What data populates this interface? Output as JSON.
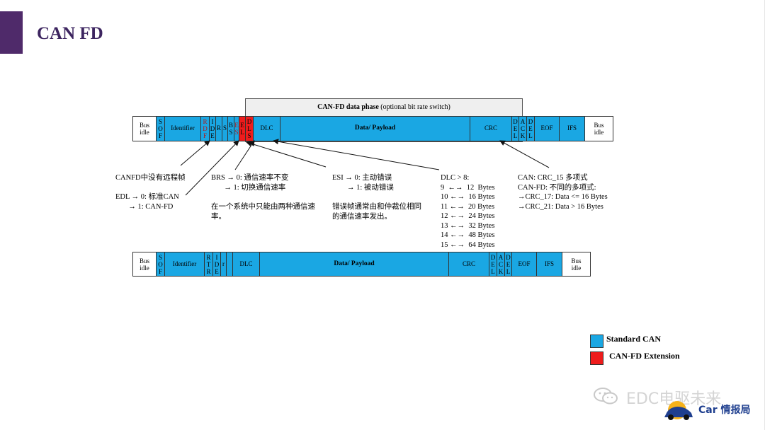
{
  "slide": {
    "title": "CAN FD"
  },
  "phase": {
    "label_bold": "CAN-FD data phase",
    "label_rest": " (optional bit rate switch)"
  },
  "frame_top": [
    {
      "text": "Bus\nidle",
      "w": 33,
      "c": "white"
    },
    {
      "text": "S\nO\nF",
      "w": 12,
      "c": "blue"
    },
    {
      "text": "Identifier",
      "w": 51,
      "c": "blue"
    },
    {
      "text": "R\nD\nF",
      "w": 12,
      "c": "blue",
      "red": true
    },
    {
      "text": "I\nD\nE",
      "w": 9,
      "c": "blue"
    },
    {
      "text": "R",
      "w": 9,
      "c": "blue"
    },
    {
      "text": "S",
      "w": 8,
      "c": "blue"
    },
    {
      "text": "B\nS",
      "w": 9,
      "c": "blue"
    },
    {
      "text": "E\nS",
      "w": 7,
      "c": "blue",
      "red": true
    },
    {
      "text": "E\nL",
      "w": 9,
      "c": "red"
    },
    {
      "text": "D\nL\nS",
      "w": 11,
      "c": "red"
    },
    {
      "text": "DLC",
      "w": 38,
      "c": "blue"
    },
    {
      "text": "Data/ Payload",
      "w": 268,
      "c": "blue",
      "bold": true
    },
    {
      "text": "CRC",
      "w": 59,
      "c": "blue"
    },
    {
      "text": "D\nE\nL",
      "w": 10,
      "c": "blue"
    },
    {
      "text": "A\nC\nK",
      "w": 11,
      "c": "blue"
    },
    {
      "text": "D\nE\nL",
      "w": 11,
      "c": "blue"
    },
    {
      "text": "EOF",
      "w": 35,
      "c": "blue"
    },
    {
      "text": "IFS",
      "w": 36,
      "c": "blue"
    },
    {
      "text": "Bus\nidle",
      "w": 39,
      "c": "white"
    }
  ],
  "frame_bottom": [
    {
      "text": "Bus\nidle",
      "w": 33,
      "c": "white"
    },
    {
      "text": "S\nO\nF",
      "w": 12,
      "c": "blue"
    },
    {
      "text": "Identifier",
      "w": 56,
      "c": "blue"
    },
    {
      "text": "R\nT\nR",
      "w": 12,
      "c": "blue"
    },
    {
      "text": "I\nD\nE",
      "w": 11,
      "c": "blue"
    },
    {
      "text": "r",
      "w": 8,
      "c": "blue"
    },
    {
      "text": "",
      "w": 9,
      "c": "blue"
    },
    {
      "text": "DLC",
      "w": 38,
      "c": "blue"
    },
    {
      "text": "Data/ Payload",
      "w": 267,
      "c": "blue",
      "bold": true
    },
    {
      "text": "CRC",
      "w": 57,
      "c": "blue"
    },
    {
      "text": "D\nE\nL",
      "w": 11,
      "c": "blue"
    },
    {
      "text": "A\nC\nK",
      "w": 11,
      "c": "blue"
    },
    {
      "text": "D\nE\nL",
      "w": 10,
      "c": "blue"
    },
    {
      "text": "EOF",
      "w": 35,
      "c": "blue"
    },
    {
      "text": "IFS",
      "w": 36,
      "c": "blue"
    },
    {
      "text": "Bus\nidle",
      "w": 39,
      "c": "white"
    }
  ],
  "annotations": {
    "canfd_remote": "CANFD中没有远程帧",
    "edl": [
      "EDL → 0: 标准CAN",
      "       → 1: CAN-FD"
    ],
    "brs": [
      "BRS → 0: 通信速率不变",
      "       → 1: 切换通信速率"
    ],
    "brs_note": [
      "在一个系统中只能由两种通信速",
      "率。"
    ],
    "esi": [
      "ESI → 0: 主动错误",
      "        → 1: 被动错误"
    ],
    "esi_note": [
      "错误帧通常由和仲裁位相同",
      "的通信速率发出。"
    ],
    "dlc": [
      "DLC > 8:",
      "9  ←→  12  Bytes",
      "10 ←→  16 Bytes",
      "11 ←→  20 Bytes",
      "12 ←→  24 Bytes",
      "13 ←→  32 Bytes",
      "14 ←→  48 Bytes",
      "15 ←→  64 Bytes"
    ],
    "crc": [
      "CAN: CRC_15 多项式",
      "",
      "CAN-FD: 不同的多项式:",
      "→CRC_17: Data <= 16 Bytes",
      "→CRC_21: Data > 16 Bytes"
    ]
  },
  "legend": [
    {
      "label": "Standard CAN",
      "color": "#1aa7e3"
    },
    {
      "label": "CAN-FD Extension",
      "color": "#ee1c1c"
    }
  ],
  "watermark": {
    "line1": "EDC电驱未来",
    "line2_a": "Car",
    "line2_b": "情报局"
  }
}
